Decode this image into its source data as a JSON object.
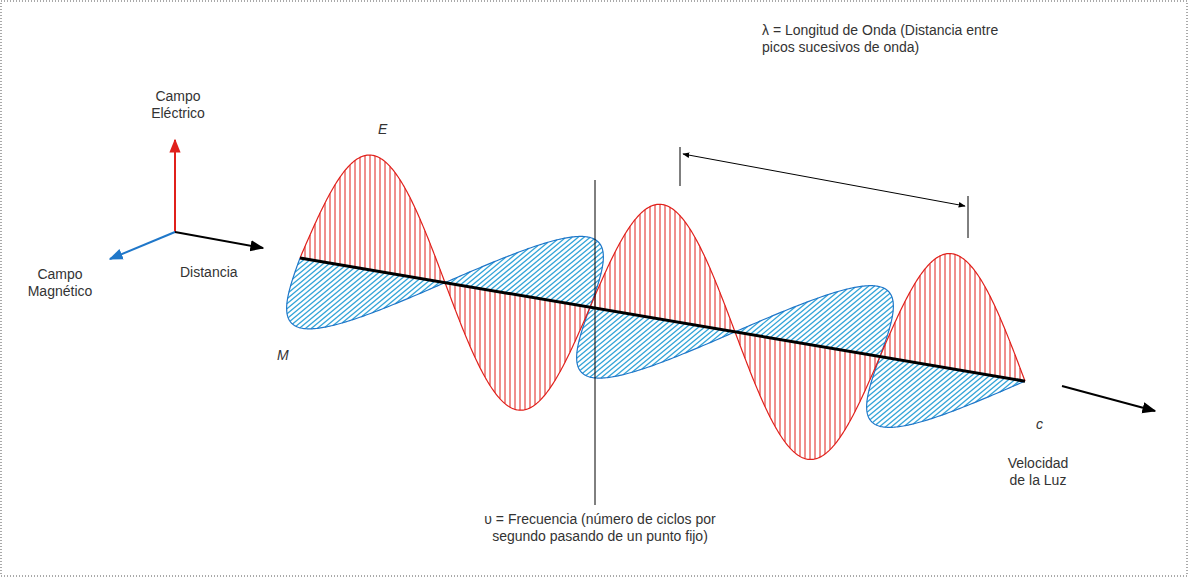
{
  "diagram": {
    "labels": [
      "Campo Eléctrico",
      "λ = Longitud de Onda (Distancia entre picos sucesivos de onda)",
      "E",
      "Campo Magnético",
      "Distancia",
      "M",
      "c",
      "Velocidad de la Luz",
      "υ = Frecuencia (número de ciclos por segundo pasando de un punto fijo)"
    ]
  }
}
